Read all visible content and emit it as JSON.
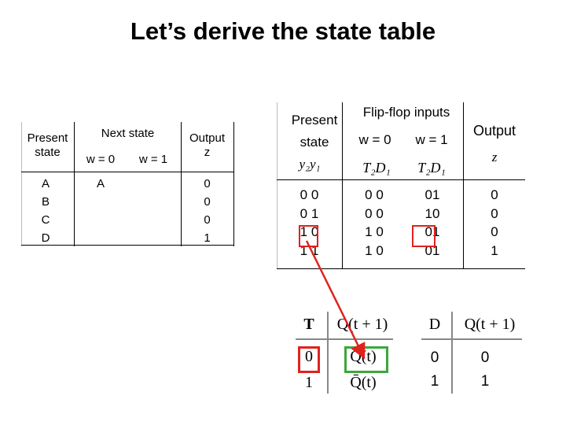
{
  "title": "Let’s derive the state table",
  "left_table": {
    "present_state_line1": "Present",
    "present_state_line2": "state",
    "next_state": "Next state",
    "w0": "w = 0",
    "w1": "w = 1",
    "output_line1": "Output",
    "output_line2": "z",
    "states": [
      "A",
      "B",
      "C",
      "D"
    ],
    "next_w0": [
      "A",
      "",
      "",
      ""
    ],
    "next_w1": [
      "",
      "",
      "",
      ""
    ],
    "outputs": [
      "0",
      "0",
      "0",
      "1"
    ]
  },
  "right_table": {
    "present_line1": "Present",
    "present_line2": "state",
    "present_var": "y₂y₁",
    "flipflop_inputs": "Flip-flop inputs",
    "w0": "w = 0",
    "w1": "w = 1",
    "sub_w0": "T₂D₁",
    "sub_w1": "T₂D₁",
    "output_header": "Output",
    "output_var": "z",
    "present_values": [
      "0 0",
      "0 1",
      "1 0",
      "1 1"
    ],
    "w0_values": [
      "0 0",
      "0 0",
      "1 0",
      "1 0"
    ],
    "w1_values": [
      "01",
      "10",
      "01",
      "01"
    ],
    "output_values": [
      "0",
      "0",
      "0",
      "1"
    ]
  },
  "t_table": {
    "header_T": "T",
    "header_Q": "Q(t + 1)",
    "rows": [
      {
        "in": "0",
        "out": "Q(t)"
      },
      {
        "in": "1",
        "out": "Q̄(t)"
      }
    ]
  },
  "d_table": {
    "header_D": "D",
    "header_Q": "Q(t + 1)",
    "rows": [
      {
        "in": "0",
        "out": "0"
      },
      {
        "in": "1",
        "out": "1"
      }
    ]
  },
  "colors": {
    "highlight_red": "#e0221d",
    "highlight_green": "#3aa83a",
    "arrow": "#e0221d"
  }
}
